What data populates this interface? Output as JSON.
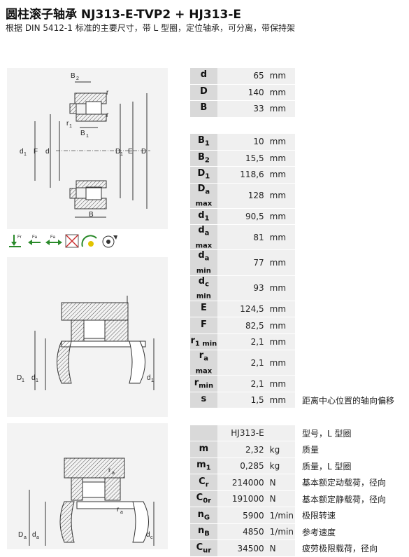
{
  "header": {
    "title": "圆柱滚子轴承 NJ313-E-TVP2 + HJ313-E",
    "subtitle": "根据 DIN 5412-1 标准的主要尺寸，带 L 型圈，定位轴承，可分离，带保持架"
  },
  "drawing1": {
    "labels": {
      "b2": "B",
      "b2_sub": "2",
      "r1": "r",
      "r2": "r",
      "r3": "r",
      "r1_sub": "1",
      "b1": "B",
      "b1_sub": "1",
      "d1": "d",
      "d1_sub": "1",
      "f": "F",
      "d": "d",
      "d1r": "D",
      "d1r_sub": "1",
      "e": "E",
      "dd": "D",
      "b": "B"
    }
  },
  "icons": [
    "radial-load-icon",
    "axial-load-left-icon",
    "axial-load-both-icon",
    "no-tilt-icon",
    "self-lubrication-icon",
    "speed-icon"
  ],
  "icon_labels": {
    "fr": "Fr",
    "fa1": "Fa",
    "fa2": "Fa"
  },
  "drawing2": {
    "labels": {
      "D1": "D",
      "D1_sub": "1",
      "d1": "d",
      "d1_sub": "1",
      "d1r": "d",
      "d1r_sub": "1"
    }
  },
  "drawing3": {
    "labels": {
      "ra1": "r",
      "ra1_sub": "a",
      "ra2": "r",
      "ra2_sub": "a",
      "Da": "D",
      "Da_sub": "a",
      "da": "d",
      "da_sub": "a",
      "dc": "d",
      "dc_sub": "c"
    }
  },
  "table": {
    "groups": [
      [
        {
          "sym": "d",
          "sub": "",
          "val": "65",
          "unit": "mm",
          "desc": ""
        },
        {
          "sym": "D",
          "sub": "",
          "val": "140",
          "unit": "mm",
          "desc": ""
        },
        {
          "sym": "B",
          "sub": "",
          "val": "33",
          "unit": "mm",
          "desc": ""
        }
      ],
      [
        {
          "sym": "B",
          "sub": "1",
          "val": "10",
          "unit": "mm",
          "desc": ""
        },
        {
          "sym": "B",
          "sub": "2",
          "val": "15,5",
          "unit": "mm",
          "desc": ""
        },
        {
          "sym": "D",
          "sub": "1",
          "val": "118,6",
          "unit": "mm",
          "desc": ""
        },
        {
          "sym": "D",
          "sub": "a max",
          "val": "128",
          "unit": "mm",
          "desc": ""
        },
        {
          "sym": "d",
          "sub": "1",
          "val": "90,5",
          "unit": "mm",
          "desc": ""
        },
        {
          "sym": "d",
          "sub": "a max",
          "val": "81",
          "unit": "mm",
          "desc": ""
        },
        {
          "sym": "d",
          "sub": "a min",
          "val": "77",
          "unit": "mm",
          "desc": ""
        },
        {
          "sym": "d",
          "sub": "c min",
          "val": "93",
          "unit": "mm",
          "desc": ""
        },
        {
          "sym": "E",
          "sub": "",
          "val": "124,5",
          "unit": "mm",
          "desc": ""
        },
        {
          "sym": "F",
          "sub": "",
          "val": "82,5",
          "unit": "mm",
          "desc": ""
        },
        {
          "sym": "r",
          "sub": "1 min",
          "val": "2,1",
          "unit": "mm",
          "desc": ""
        },
        {
          "sym": "r",
          "sub": "a max",
          "val": "2,1",
          "unit": "mm",
          "desc": ""
        },
        {
          "sym": "r",
          "sub": "min",
          "val": "2,1",
          "unit": "mm",
          "desc": ""
        },
        {
          "sym": "s",
          "sub": "",
          "val": "1,5",
          "unit": "mm",
          "desc": "距离中心位置的轴向偏移"
        }
      ],
      [
        {
          "sym": "",
          "sub": "",
          "val": "HJ313-E",
          "unit": "",
          "desc": "型号，L 型圈"
        },
        {
          "sym": "m",
          "sub": "",
          "val": "2,32",
          "unit": "kg",
          "desc": "质量"
        },
        {
          "sym": "m",
          "sub": "1",
          "val": "0,285",
          "unit": "kg",
          "desc": "质量，L 型圈"
        },
        {
          "sym": "C",
          "sub": "r",
          "val": "214000",
          "unit": "N",
          "desc": "基本额定动载荷，径向"
        },
        {
          "sym": "C",
          "sub": "0r",
          "val": "191000",
          "unit": "N",
          "desc": "基本额定静载荷，径向"
        },
        {
          "sym": "n",
          "sub": "G",
          "val": "5900",
          "unit": "1/min",
          "desc": "极限转速"
        },
        {
          "sym": "n",
          "sub": "B",
          "val": "4850",
          "unit": "1/min",
          "desc": "参考速度"
        },
        {
          "sym": "C",
          "sub": "ur",
          "val": "34500",
          "unit": "N",
          "desc": "疲劳极限载荷，径向"
        }
      ]
    ]
  }
}
